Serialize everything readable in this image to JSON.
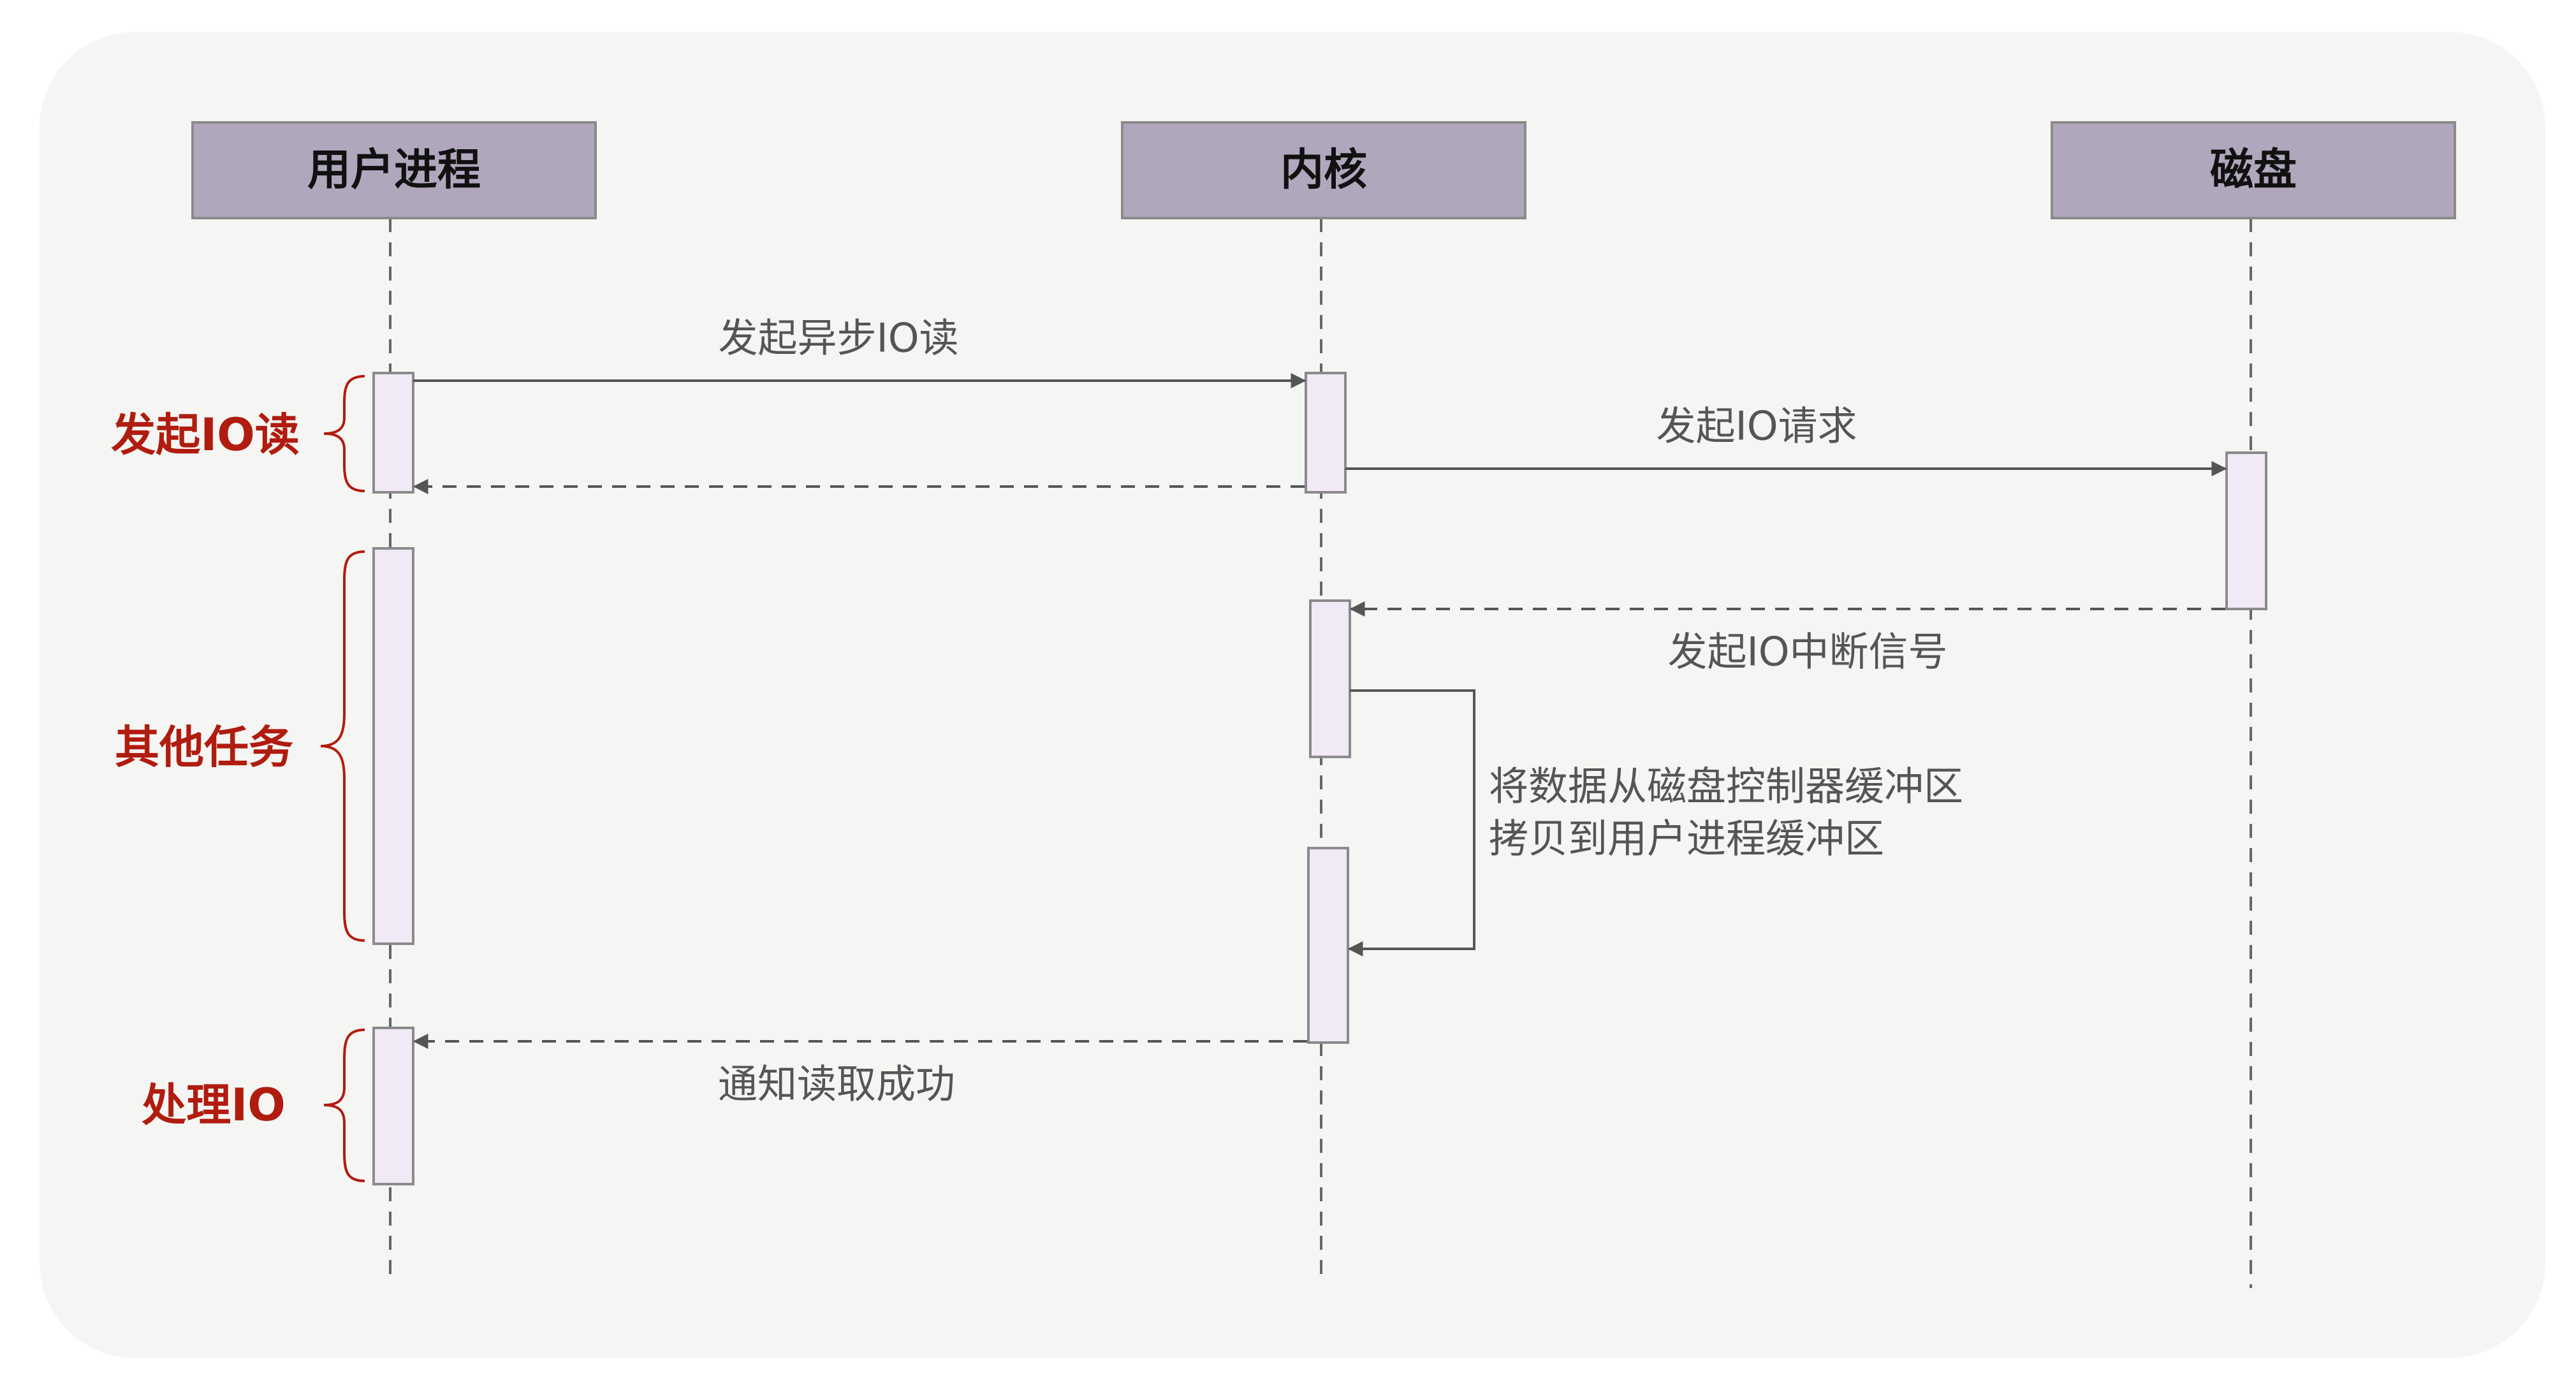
{
  "participants": {
    "user": "用户进程",
    "kernel": "内核",
    "disk": "磁盘"
  },
  "messages": {
    "async_read": "发起异步IO读",
    "io_request": "发起IO请求",
    "io_interrupt": "发起IO中断信号",
    "copy_line1": "将数据从磁盘控制器缓冲区",
    "copy_line2": "拷贝到用户进程缓冲区",
    "notify_success": "通知读取成功"
  },
  "phases": {
    "initiate_read": "发起IO读",
    "other_tasks": "其他任务",
    "handle_io": "处理IO"
  },
  "colors": {
    "background": "#f5f5f3",
    "participant_fill": "#b1a7bd",
    "activation_fill": "#f1e9f6",
    "activation_stroke": "#8a8a8a",
    "arrow": "#555555",
    "message_text": "#555555",
    "phase_label": "#b01c0f"
  }
}
